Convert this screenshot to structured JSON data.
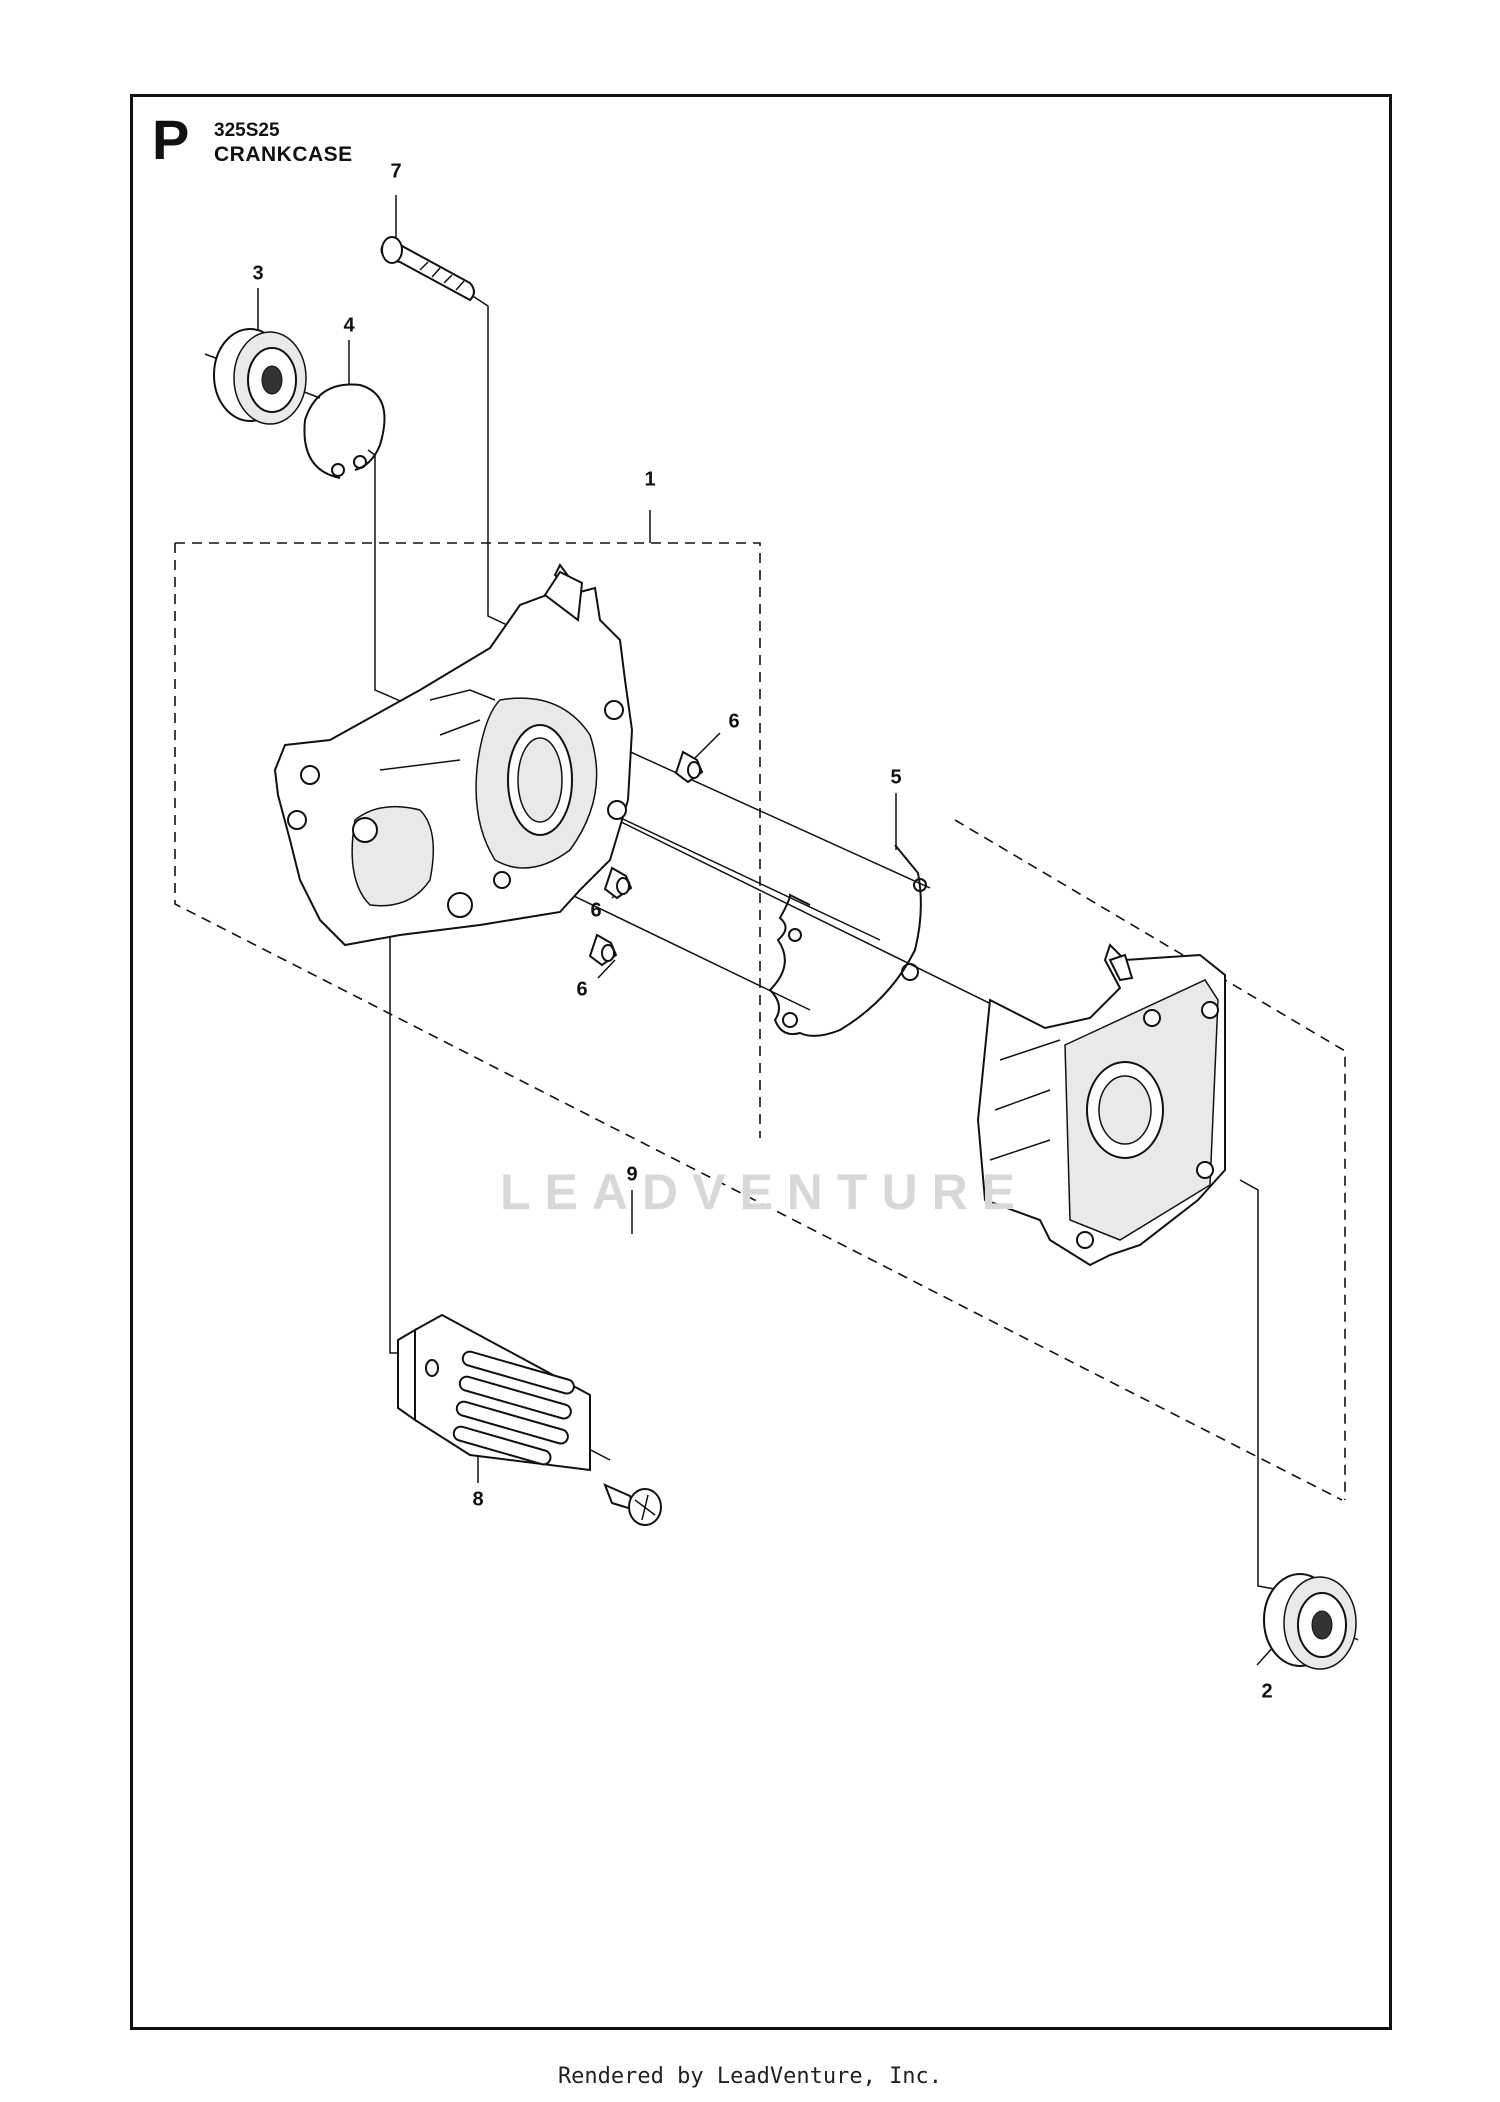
{
  "diagram": {
    "section_letter": "P",
    "model": "325S25",
    "title": "CRANKCASE",
    "callouts": [
      {
        "id": "1",
        "label": "1"
      },
      {
        "id": "2",
        "label": "2"
      },
      {
        "id": "3",
        "label": "3"
      },
      {
        "id": "4",
        "label": "4"
      },
      {
        "id": "5",
        "label": "5"
      },
      {
        "id": "6a",
        "label": "6"
      },
      {
        "id": "6b",
        "label": "6"
      },
      {
        "id": "6c",
        "label": "6"
      },
      {
        "id": "7",
        "label": "7"
      },
      {
        "id": "8",
        "label": "8"
      },
      {
        "id": "9",
        "label": "9"
      }
    ],
    "watermark": "LEADVENTURE"
  },
  "footer": {
    "text": "Rendered by LeadVenture, Inc."
  }
}
